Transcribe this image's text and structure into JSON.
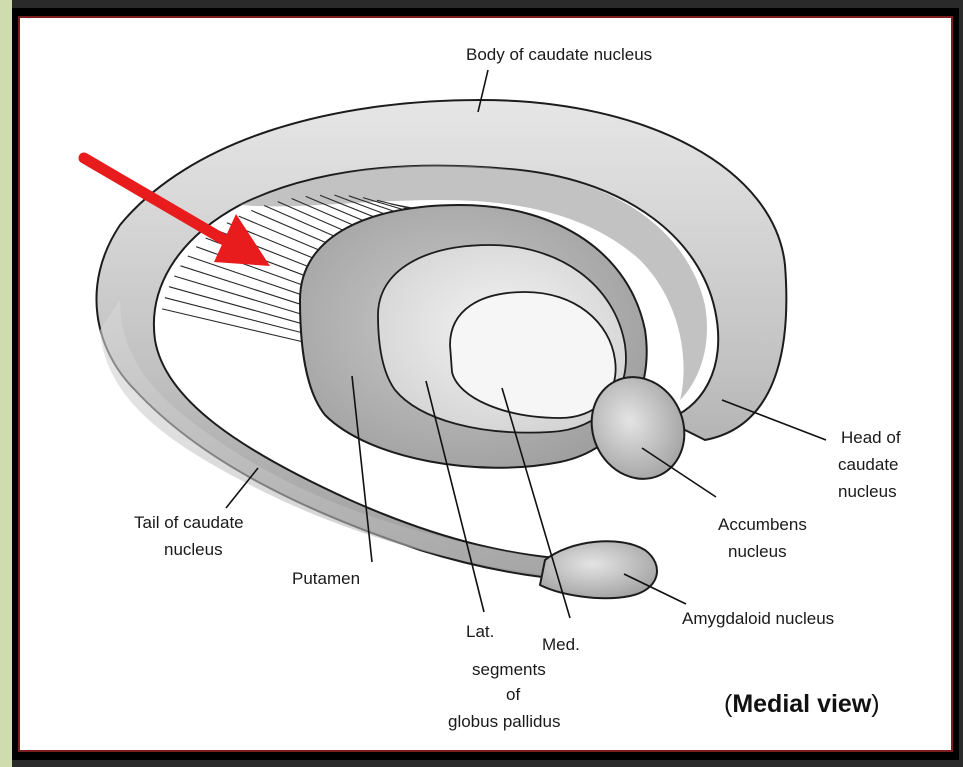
{
  "diagram": {
    "labels": {
      "body": "Body of caudate nucleus",
      "head_1": "Head of",
      "head_2": "caudate",
      "head_3": "nucleus",
      "tail_1": "Tail of caudate",
      "tail_2": "nucleus",
      "putamen": "Putamen",
      "accumbens_1": "Accumbens",
      "accumbens_2": "nucleus",
      "amygdaloid": "Amygdaloid nucleus",
      "lat": "Lat.",
      "med": "Med.",
      "segments": "segments",
      "of": "of",
      "globus": "globus pallidus"
    },
    "view_label_prefix": "(",
    "view_label_bold": "Medial view",
    "view_label_suffix": ")",
    "arrow_color": "#e81c1c",
    "frame_color": "#7a1f1f",
    "sidebar_color": "#cfdcae"
  }
}
